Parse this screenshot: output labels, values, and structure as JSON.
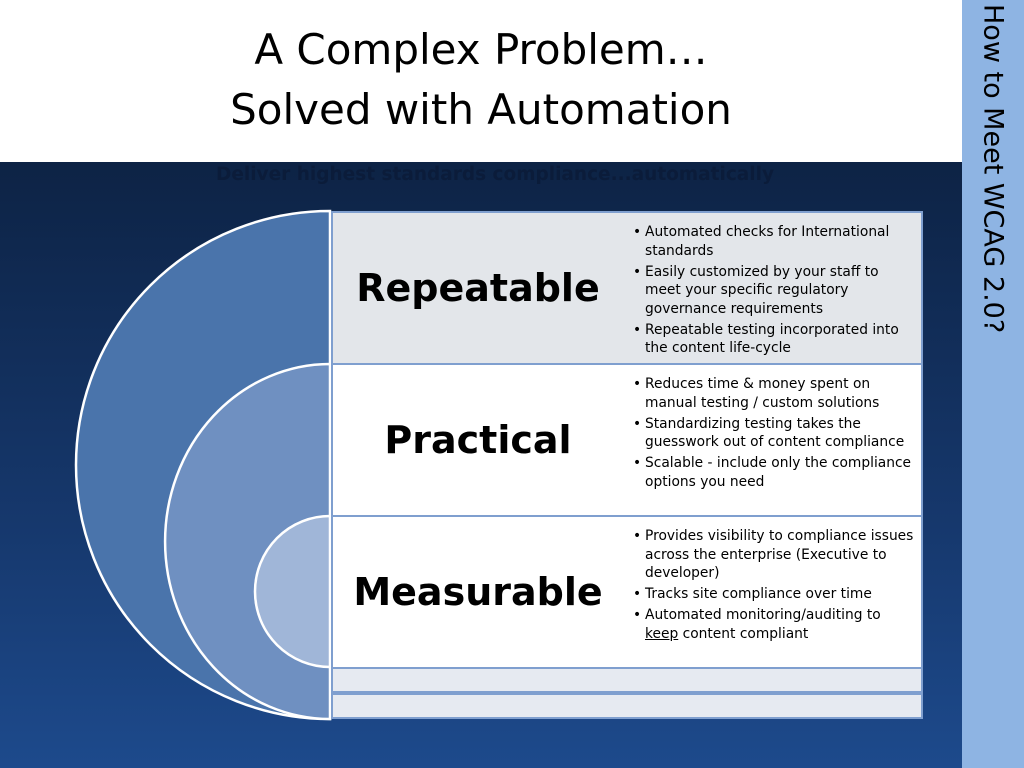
{
  "slide": {
    "title_line1": "A Complex Problem…",
    "title_line2": "Solved with Automation",
    "sidebar_text": "How to Meet WCAG 2.0?",
    "subtitle": "Deliver highest standards compliance...automatically"
  },
  "colors": {
    "sidebar": "#8eb4e3",
    "background_dark": "#0d2345",
    "background_light": "#1d4a8c",
    "arc_outer": "#4a74ab",
    "arc_middle": "#6f90c1",
    "arc_inner": "#a0b6d8",
    "panel_border": "#7f9fcf",
    "panel_shaded": "#e3e6ea",
    "panel_white": "#ffffff"
  },
  "tiers": [
    {
      "label": "Repeatable",
      "bullets": [
        "Automated checks for International standards",
        "Easily customized by your staff to meet your specific regulatory governance requirements",
        "Repeatable testing incorporated into the content life-cycle"
      ]
    },
    {
      "label": "Practical",
      "bullets": [
        "Reduces time & money spent on manual testing / custom solutions",
        "Standardizing testing takes the guesswork out of content compliance",
        "Scalable - include only the compliance options you need"
      ]
    },
    {
      "label": "Measurable",
      "bullets": [
        "Provides visibility to compliance issues across the enterprise (Executive to developer)",
        "Tracks site compliance over time",
        "Automated monitoring/auditing to ",
        "keep",
        " content compliant"
      ]
    }
  ]
}
